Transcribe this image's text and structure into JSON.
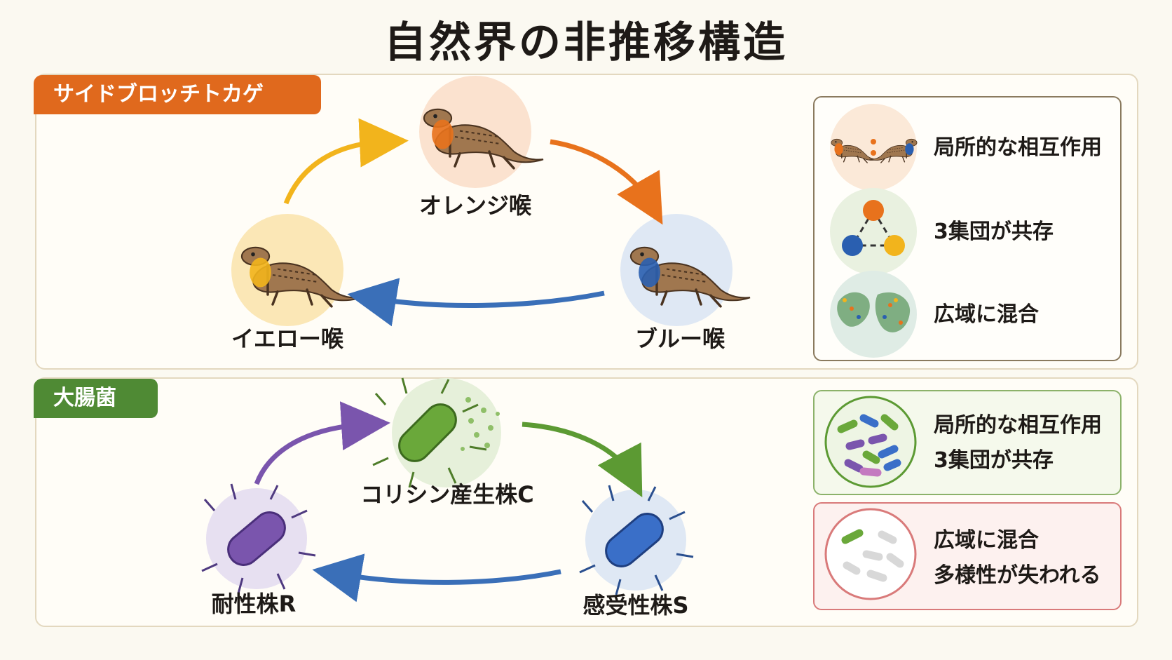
{
  "title": "自然界の非推移構造",
  "lizard": {
    "tag": "サイドブロッチトカゲ",
    "nodes": {
      "orange": "オレンジ喉",
      "blue": "ブルー喉",
      "yellow": "イエロー喉"
    },
    "legend": [
      "局所的な相互作用",
      "3集団が共存",
      "広域に混合"
    ]
  },
  "ecoli": {
    "tag": "大腸菌",
    "nodes": {
      "colicin": "コリシン産生株C",
      "sensitive": "感受性株S",
      "resistant": "耐性株R"
    },
    "legend_local": [
      "局所的な相互作用",
      "3集団が共存"
    ],
    "legend_global": [
      "広域に混合",
      "多様性が失われる"
    ]
  },
  "colors": {
    "orange": "#e8721c",
    "blue": "#3a6fb8",
    "yellow": "#f2b41c",
    "green": "#5c9a33",
    "purple": "#7a55ad",
    "red": "#d97a7a"
  }
}
